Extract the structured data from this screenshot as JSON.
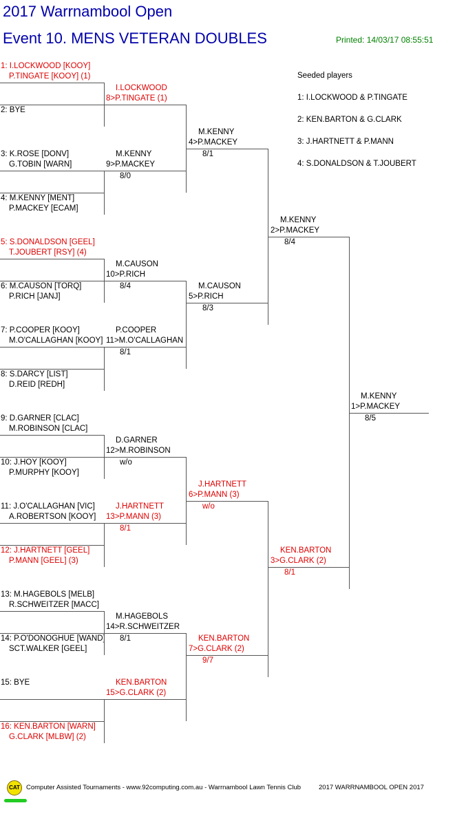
{
  "header": {
    "title": "2017 Warrnambool Open",
    "event": "Event 10. MENS VETERAN DOUBLES",
    "printed": "Printed: 14/03/17 08:55:51"
  },
  "seeded": {
    "heading": "Seeded players",
    "items": [
      "1: I.LOCKWOOD & P.TINGATE",
      "2: KEN.BARTON & G.CLARK",
      "3: J.HARTNETT & P.MANN",
      "4: S.DONALDSON & T.JOUBERT"
    ]
  },
  "round1": [
    {
      "line1": "1: I.LOCKWOOD [KOOY]",
      "line2": "P.TINGATE [KOOY] (1)",
      "red": true
    },
    {
      "line1": "2: BYE",
      "line2": "",
      "red": false
    },
    {
      "line1": "3: K.ROSE [DONV]",
      "line2": "G.TOBIN [WARN]",
      "red": false
    },
    {
      "line1": "4: M.KENNY [MENT]",
      "line2": "P.MACKEY [ECAM]",
      "red": false
    },
    {
      "line1": "5: S.DONALDSON [GEEL]",
      "line2": "T.JOUBERT [RSY] (4)",
      "red": true
    },
    {
      "line1": "6: M.CAUSON [TORQ]",
      "line2": "P.RICH [JANJ]",
      "red": false
    },
    {
      "line1": "7: P.COOPER [KOOY]",
      "line2": "M.O'CALLAGHAN [KOOY]",
      "red": false
    },
    {
      "line1": "8: S.DARCY [LIST]",
      "line2": "D.REID [REDH]",
      "red": false
    },
    {
      "line1": "9: D.GARNER [CLAC]",
      "line2": "M.ROBINSON [CLAC]",
      "red": false
    },
    {
      "line1": "10: J.HOY [KOOY]",
      "line2": "P.MURPHY [KOOY]",
      "red": false
    },
    {
      "line1": "11: J.O'CALLAGHAN [VIC]",
      "line2": "A.ROBERTSON [KOOY]",
      "red": false
    },
    {
      "line1": "12: J.HARTNETT [GEEL]",
      "line2": "P.MANN [GEEL] (3)",
      "red": true
    },
    {
      "line1": "13: M.HAGEBOLS [MELB]",
      "line2": "R.SCHWEITZER [MACC]",
      "red": false
    },
    {
      "line1": "14: P.O'DONOGHUE [WAND]",
      "line2": "SCT.WALKER [GEEL]",
      "red": false
    },
    {
      "line1": "15: BYE",
      "line2": "",
      "red": false
    },
    {
      "line1": "16: KEN.BARTON [WARN]",
      "line2": "G.CLARK [MLBW] (2)",
      "red": true
    }
  ],
  "round2": [
    {
      "line1": "I.LOCKWOOD",
      "line2": "8>P.TINGATE (1)",
      "score": "",
      "red": true
    },
    {
      "line1": "M.KENNY",
      "line2": "9>P.MACKEY",
      "score": "8/0",
      "red": false
    },
    {
      "line1": "M.CAUSON",
      "line2": "10>P.RICH",
      "score": "8/4",
      "red": false
    },
    {
      "line1": "P.COOPER",
      "line2": "11>M.O'CALLAGHAN",
      "score": "8/1",
      "red": false
    },
    {
      "line1": "D.GARNER",
      "line2": "12>M.ROBINSON",
      "score": "w/o",
      "red": false
    },
    {
      "line1": "J.HARTNETT",
      "line2": "13>P.MANN (3)",
      "score": "8/1",
      "red": true
    },
    {
      "line1": "M.HAGEBOLS",
      "line2": "14>R.SCHWEITZER",
      "score": "8/1",
      "red": false
    },
    {
      "line1": "KEN.BARTON",
      "line2": "15>G.CLARK (2)",
      "score": "",
      "red": true
    }
  ],
  "round3": [
    {
      "line1": "M.KENNY",
      "line2": "4>P.MACKEY",
      "score": "8/1",
      "red": false
    },
    {
      "line1": "M.CAUSON",
      "line2": "5>P.RICH",
      "score": "8/3",
      "red": false
    },
    {
      "line1": "J.HARTNETT",
      "line2": "6>P.MANN (3)",
      "score": "w/o",
      "red": true
    },
    {
      "line1": "KEN.BARTON",
      "line2": "7>G.CLARK (2)",
      "score": "9/7",
      "red": true
    }
  ],
  "round4": [
    {
      "line1": "M.KENNY",
      "line2": "2>P.MACKEY",
      "score": "8/4",
      "red": false
    },
    {
      "line1": "KEN.BARTON",
      "line2": "3>G.CLARK (2)",
      "score": "8/1",
      "red": true
    }
  ],
  "final": [
    {
      "line1": "M.KENNY",
      "line2": "1>P.MACKEY",
      "score": "8/5",
      "red": false
    }
  ],
  "footer": {
    "logo": "CAT",
    "left": "Computer Assisted Tournaments - www.92computing.com.au -  Warrnambool Lawn Tennis Club",
    "right": "2017 WARRNAMBOOL OPEN 2017"
  }
}
